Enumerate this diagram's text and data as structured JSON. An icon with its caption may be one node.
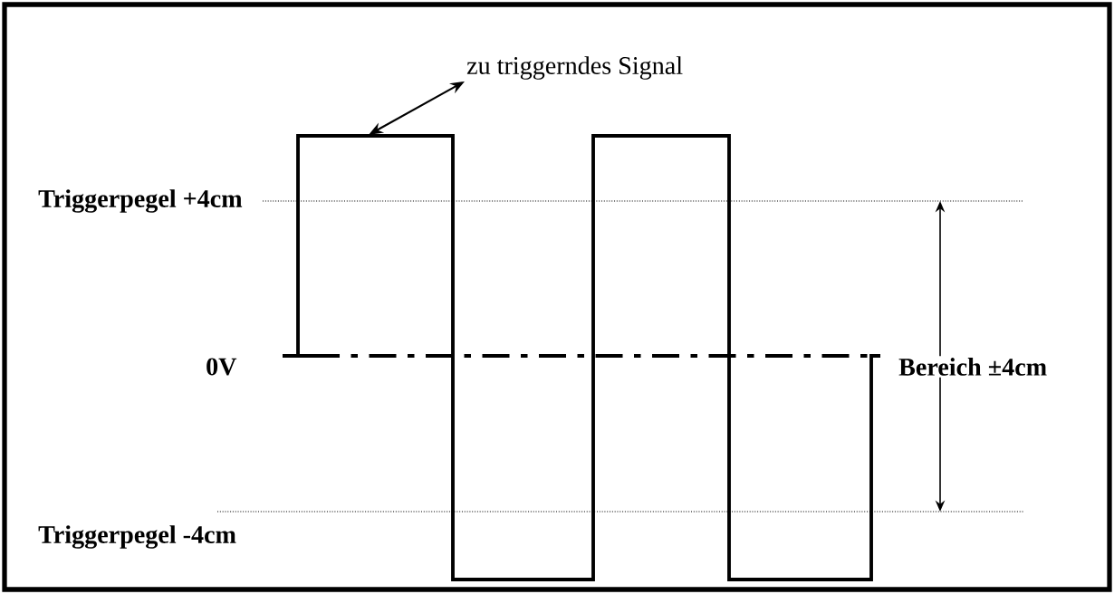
{
  "diagram": {
    "nodes": [
      {
        "text": [
          "zu triggerndes Signal"
        ]
      },
      {
        "text": [],
        "shape": "line"
      }
    ],
    "edges": [
      {
        "from": 0,
        "to": 1,
        "arrow": "both"
      }
    ],
    "labels": [
      "Triggerpegel +4cm",
      "0V",
      "Triggerpegel -4cm",
      "Bereich ±4cm"
    ]
  }
}
